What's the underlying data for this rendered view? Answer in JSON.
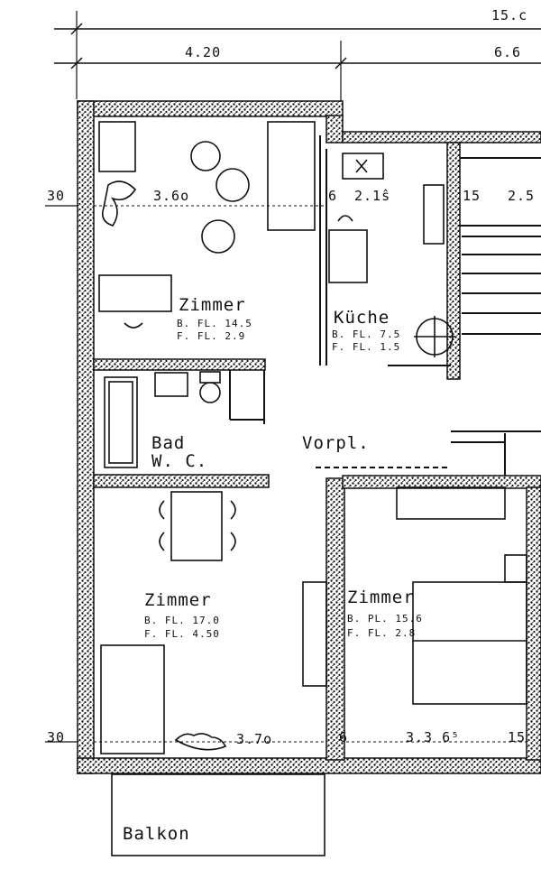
{
  "plan": {
    "dimensions": {
      "top_overall": "15.c",
      "top_left": "4.20",
      "top_right": "6.6",
      "wall_left_upper": "30",
      "wall_left_lower": "30",
      "room1_width": "3.6o",
      "kitchen_wall": "6",
      "kitchen_width": "2.1ŝ",
      "stair_wall": "15",
      "stair_width": "2.5",
      "room2_width": "3.7o",
      "room3_wall": "6",
      "room3_width": "3.3 6⁵",
      "right_wall_lower": "15"
    },
    "rooms": [
      {
        "name": "Zimmer",
        "bfl": "B. FL. 14.5",
        "ffl": "F. FL.  2.9"
      },
      {
        "name": "Küche",
        "bfl": "B. FL. 7.5",
        "ffl": "F. FL. 1.5"
      },
      {
        "name": "Bad",
        "sub": "W. C."
      },
      {
        "name": "Vorpl."
      },
      {
        "name": "Zimmer",
        "bfl": "B. FL. 17.0",
        "ffl": "F. FL.  4.50"
      },
      {
        "name": "Zimmer",
        "bfl": "B. PL. 15.6",
        "ffl": "F. FL. 2.8"
      },
      {
        "name": "Balkon"
      }
    ]
  }
}
